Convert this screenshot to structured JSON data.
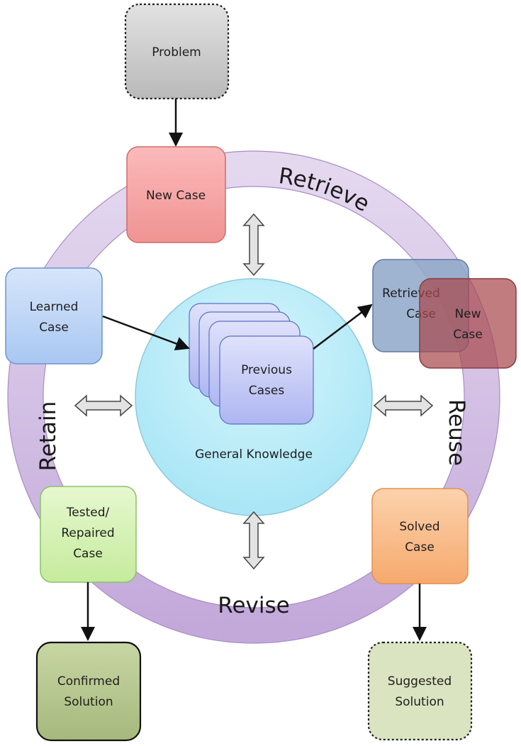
{
  "nodes": {
    "problem": {
      "lines": [
        "Problem"
      ]
    },
    "new_case": {
      "lines": [
        "New Case"
      ]
    },
    "learned_case": {
      "lines": [
        "Learned",
        "Case"
      ]
    },
    "retrieved_case": {
      "lines": [
        "Retrieved",
        "Case"
      ]
    },
    "retrieved_new_case": {
      "lines": [
        "New",
        "Case"
      ]
    },
    "previous_cases": {
      "lines": [
        "Previous",
        "Cases"
      ]
    },
    "general_knowledge": {
      "lines": [
        "General Knowledge"
      ]
    },
    "tested_repaired_case": {
      "lines": [
        "Tested/",
        "Repaired",
        "Case"
      ]
    },
    "solved_case": {
      "lines": [
        "Solved",
        "Case"
      ]
    },
    "confirmed_solution": {
      "lines": [
        "Confirmed",
        "Solution"
      ]
    },
    "suggested_solution": {
      "lines": [
        "Suggested",
        "Solution"
      ]
    }
  },
  "phases": {
    "retrieve": "Retrieve",
    "reuse": "Reuse",
    "revise": "Revise",
    "retain": "Retain"
  },
  "colors": {
    "ring": "#d4bfe3",
    "ring_edge": "#a98cc4",
    "center_circle": "#b3ebf7",
    "new_case": "#f6a5a5",
    "learned_case": "#bed6f6",
    "retrieved_case": "#8ea7c8",
    "retrieved_new_case": "#b86b6e",
    "previous_cases": "#c9cdf6",
    "tested_repaired_case": "#d6f2b5",
    "solved_case": "#f9be8c",
    "confirmed_solution": "#b7c890",
    "suggested_solution": "#dbe4c0",
    "problem": "#cccccc"
  }
}
